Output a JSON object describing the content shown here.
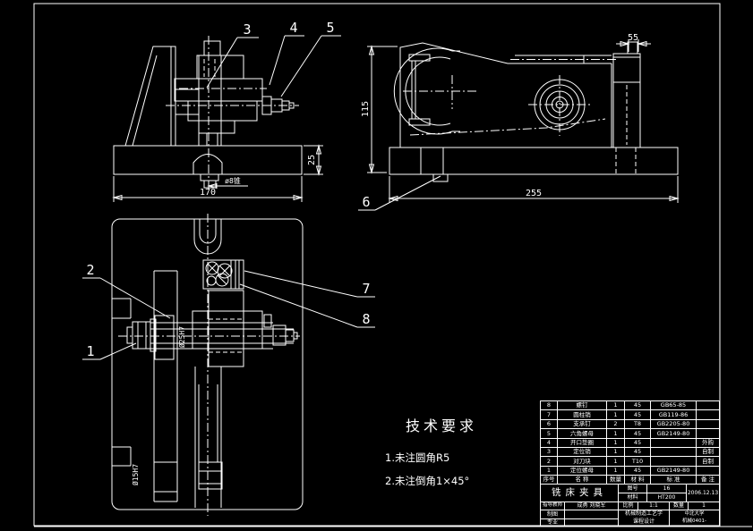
{
  "sheet": {
    "background": "#000000",
    "line_color": "#ffffff"
  },
  "balloons": [
    "1",
    "2",
    "3",
    "4",
    "5",
    "6",
    "7",
    "8"
  ],
  "dimensions": {
    "front_width": "170",
    "front_base_height": "25",
    "front_taper_hole": "ø8锥",
    "side_width": "255",
    "side_height": "115",
    "side_offset": "55",
    "plan_bore": "Ø25H7",
    "plan_hole": "Ø15H7"
  },
  "tech_requirements": {
    "title": "技术要求",
    "item1": "1.未注圆角R5",
    "item2": "2.未注倒角1×45°"
  },
  "bom": {
    "header": {
      "seq": "序号",
      "name": "名  称",
      "qty": "数量",
      "material": "材 料",
      "standard": "标  准",
      "remark": "备 注"
    },
    "rows": [
      {
        "seq": "8",
        "name": "螺钉",
        "qty": "1",
        "material": "45",
        "standard": "GB65-85",
        "remark": ""
      },
      {
        "seq": "7",
        "name": "圆柱销",
        "qty": "1",
        "material": "45",
        "standard": "GB119-86",
        "remark": ""
      },
      {
        "seq": "6",
        "name": "支承钉",
        "qty": "2",
        "material": "T8",
        "standard": "GB2205-80",
        "remark": ""
      },
      {
        "seq": "5",
        "name": "六角螺母",
        "qty": "1",
        "material": "45",
        "standard": "GB2149-80",
        "remark": ""
      },
      {
        "seq": "4",
        "name": "开口垫圈",
        "qty": "1",
        "material": "45",
        "standard": "",
        "remark": "外购"
      },
      {
        "seq": "3",
        "name": "定位销",
        "qty": "1",
        "material": "45",
        "standard": "",
        "remark": "自制"
      },
      {
        "seq": "2",
        "name": "对刀块",
        "qty": "1",
        "material": "T10",
        "standard": "",
        "remark": "自制"
      },
      {
        "seq": "1",
        "name": "定位螺母",
        "qty": "1",
        "material": "45",
        "standard": "GB2149-80",
        "remark": ""
      }
    ]
  },
  "titleblock": {
    "drawing_title": "铣床夹具",
    "labels": {
      "fig_no": "图号",
      "material": "材料",
      "advisor": "指导教师",
      "scale": "比例",
      "qty": "数量",
      "draft": "制图",
      "major": "专业"
    },
    "values": {
      "fig_no": "16",
      "material": "HT200",
      "date": "2006.12.13",
      "advisor": "成勇 刘晓军",
      "scale": "1:1",
      "qty": "1",
      "draft": "",
      "major": ""
    },
    "course_line1": "机械制造工艺学",
    "course_line2": "课程设计",
    "school": "中北大学",
    "class_no": "机械0401-"
  }
}
